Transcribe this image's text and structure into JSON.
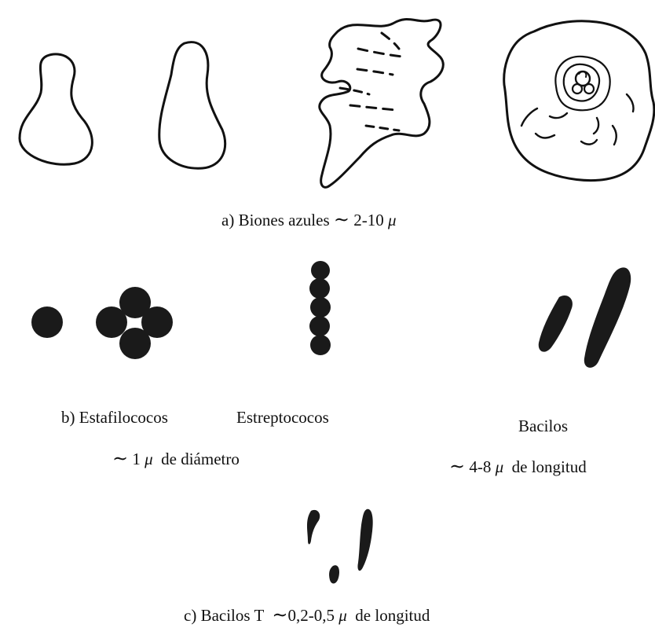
{
  "section_a": {
    "prefix": "a)",
    "name": "Biones azules",
    "approx": "∼",
    "size": "2-10",
    "unit": "μ"
  },
  "section_b": {
    "prefix": "b)",
    "estafilococos": "Estafilococos",
    "estreptococos": "Estreptococos",
    "bacilos": "Bacilos",
    "cocci_approx": "∼",
    "cocci_size": "1",
    "cocci_unit": "μ",
    "cocci_dim": "de diámetro",
    "bacilos_approx": "∼",
    "bacilos_size": "4-8",
    "bacilos_unit": "μ",
    "bacilos_dim": "de longitud"
  },
  "section_c": {
    "prefix": "c)",
    "name": "Bacilos T",
    "approx": "∼",
    "size": "0,2-0,5",
    "unit": "μ",
    "dim": "de longitud"
  }
}
